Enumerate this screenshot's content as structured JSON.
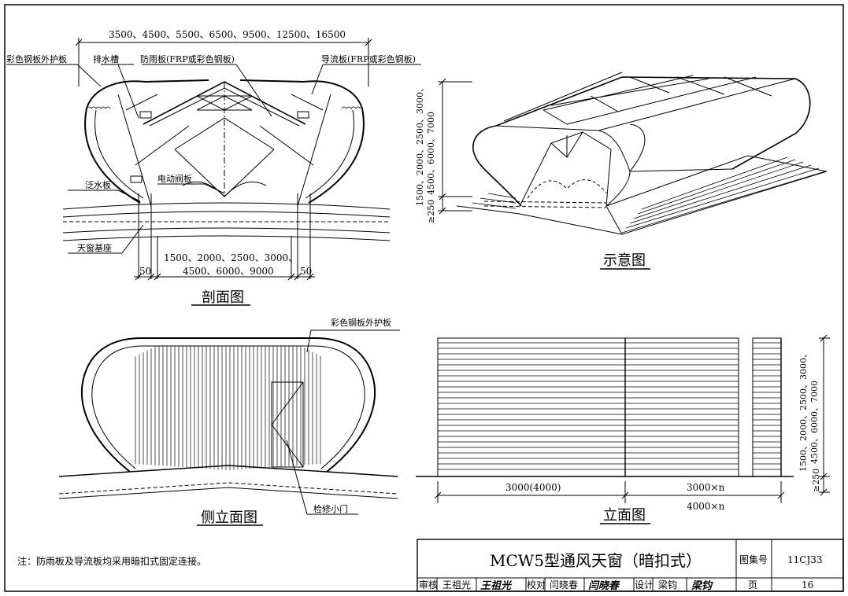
{
  "section_view": {
    "title": "剖面图",
    "top_dims": "3500、4500、5500、6500、9500、12500、16500",
    "bottom_dims_line1": "1500、2000、2500、3000、",
    "bottom_dims_line2": "4500、6000、9000",
    "dim_50_left": "50",
    "dim_50_right": "50",
    "labels": {
      "outer_panel": "彩色钢板外护板",
      "gutter": "排水槽",
      "rain_shield": "防雨板(FRP或彩色钢板)",
      "deflector": "导流板(FRP或彩色钢板)",
      "flashing": "泛水板",
      "damper": "电动阀板",
      "base": "天窗基座"
    }
  },
  "schematic_view": {
    "title": "示意图",
    "height_dims_line1": "1500、2000、2500、3000、",
    "height_dims_line2": "4500、6000、7000",
    "min_dim": "≥250"
  },
  "side_elevation": {
    "title": "侧立面图",
    "label_outer_panel": "彩色钢板外护板",
    "label_door": "检修小门"
  },
  "elevation": {
    "title": "立面图",
    "dim_first": "3000(4000)",
    "dim_repeat": "3000×n",
    "dim_total": "4000×n",
    "height_dims_line1": "1500、2000、2500、3000、",
    "height_dims_line2": "4500、6000、7000",
    "min_dim": "≥250"
  },
  "note": "注：防雨板及导流板均采用暗扣式固定连接。",
  "title_block": {
    "drawing_title": "MCW5型通风天窗（暗扣式）",
    "atlas_label": "图集号",
    "atlas_number": "11CJ33",
    "page_label": "页",
    "page_number": "16",
    "review_label": "审核",
    "reviewer": "王祖光",
    "reviewer_signature": "王祖光",
    "check_label": "校对",
    "checker": "闫晓春",
    "checker_signature": "闫晓春",
    "design_label": "设计",
    "designer": "梁钧",
    "designer_signature": "梁钧"
  }
}
